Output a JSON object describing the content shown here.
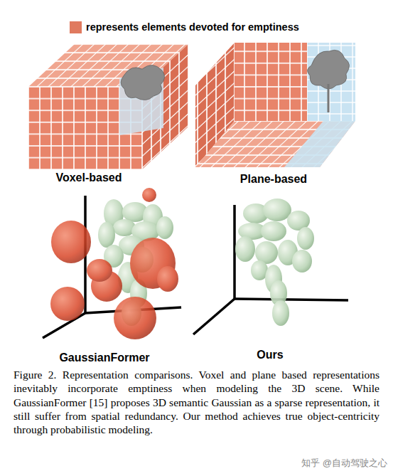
{
  "diagram": {
    "caption": "Figure 2. Representation comparisons. Voxel and plane based representations inevitably incorporate emptiness when modeling the 3D scene. While GaussianFormer [15] proposes 3D semantic Gaussian as a sparse representation, it still suffer from spatial redundancy. Our method achieves true object-centricity through probabilistic modeling.",
    "labels": [
      "Voxel-based",
      "Plane-based",
      "GaussianFormer",
      "Ours",
      "知乎 @自动驾驶之心"
    ],
    "legend": [
      {
        "text": "represents elements devoted for emptiness",
        "color": "#e07a5f"
      }
    ]
  }
}
